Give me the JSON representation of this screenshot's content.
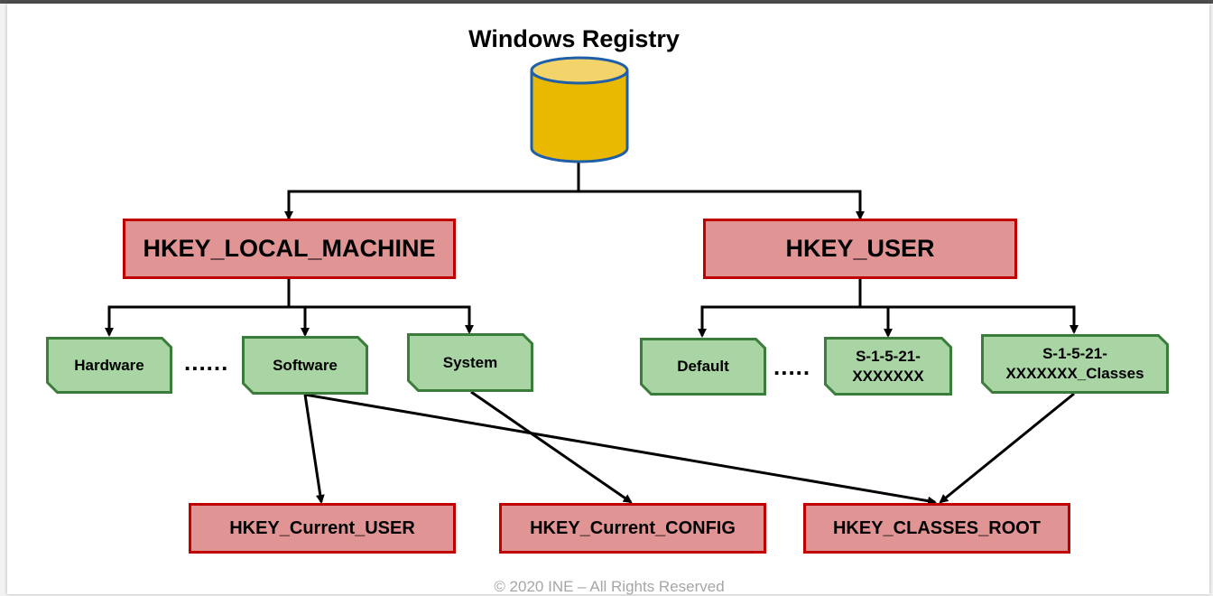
{
  "title": "Windows Registry",
  "hives": {
    "local_machine": "HKEY_LOCAL_MACHINE",
    "user": "HKEY_USER"
  },
  "lm_subkeys": {
    "hardware": "Hardware",
    "software": "Software",
    "system": "System",
    "ellipsis": "......"
  },
  "user_subkeys": {
    "default": "Default",
    "sid_line1": "S-1-5-21-",
    "sid_line2": "XXXXXXX",
    "classes_line1": "S-1-5-21-",
    "classes_line2": "XXXXXXX_Classes",
    "ellipsis": "....."
  },
  "derived_hives": {
    "current_user": "HKEY_Current_USER",
    "current_config": "HKEY_Current_CONFIG",
    "classes_root": "HKEY_CLASSES_ROOT"
  },
  "footer": "© 2020 INE – All Rights Reserved",
  "colors": {
    "hive_fill": "#e09494",
    "hive_border": "#c00000",
    "subkey_fill": "#a9d5a5",
    "subkey_border": "#3a7d3a",
    "database_fill": "#e8b900",
    "database_border": "#1f5fa8"
  }
}
